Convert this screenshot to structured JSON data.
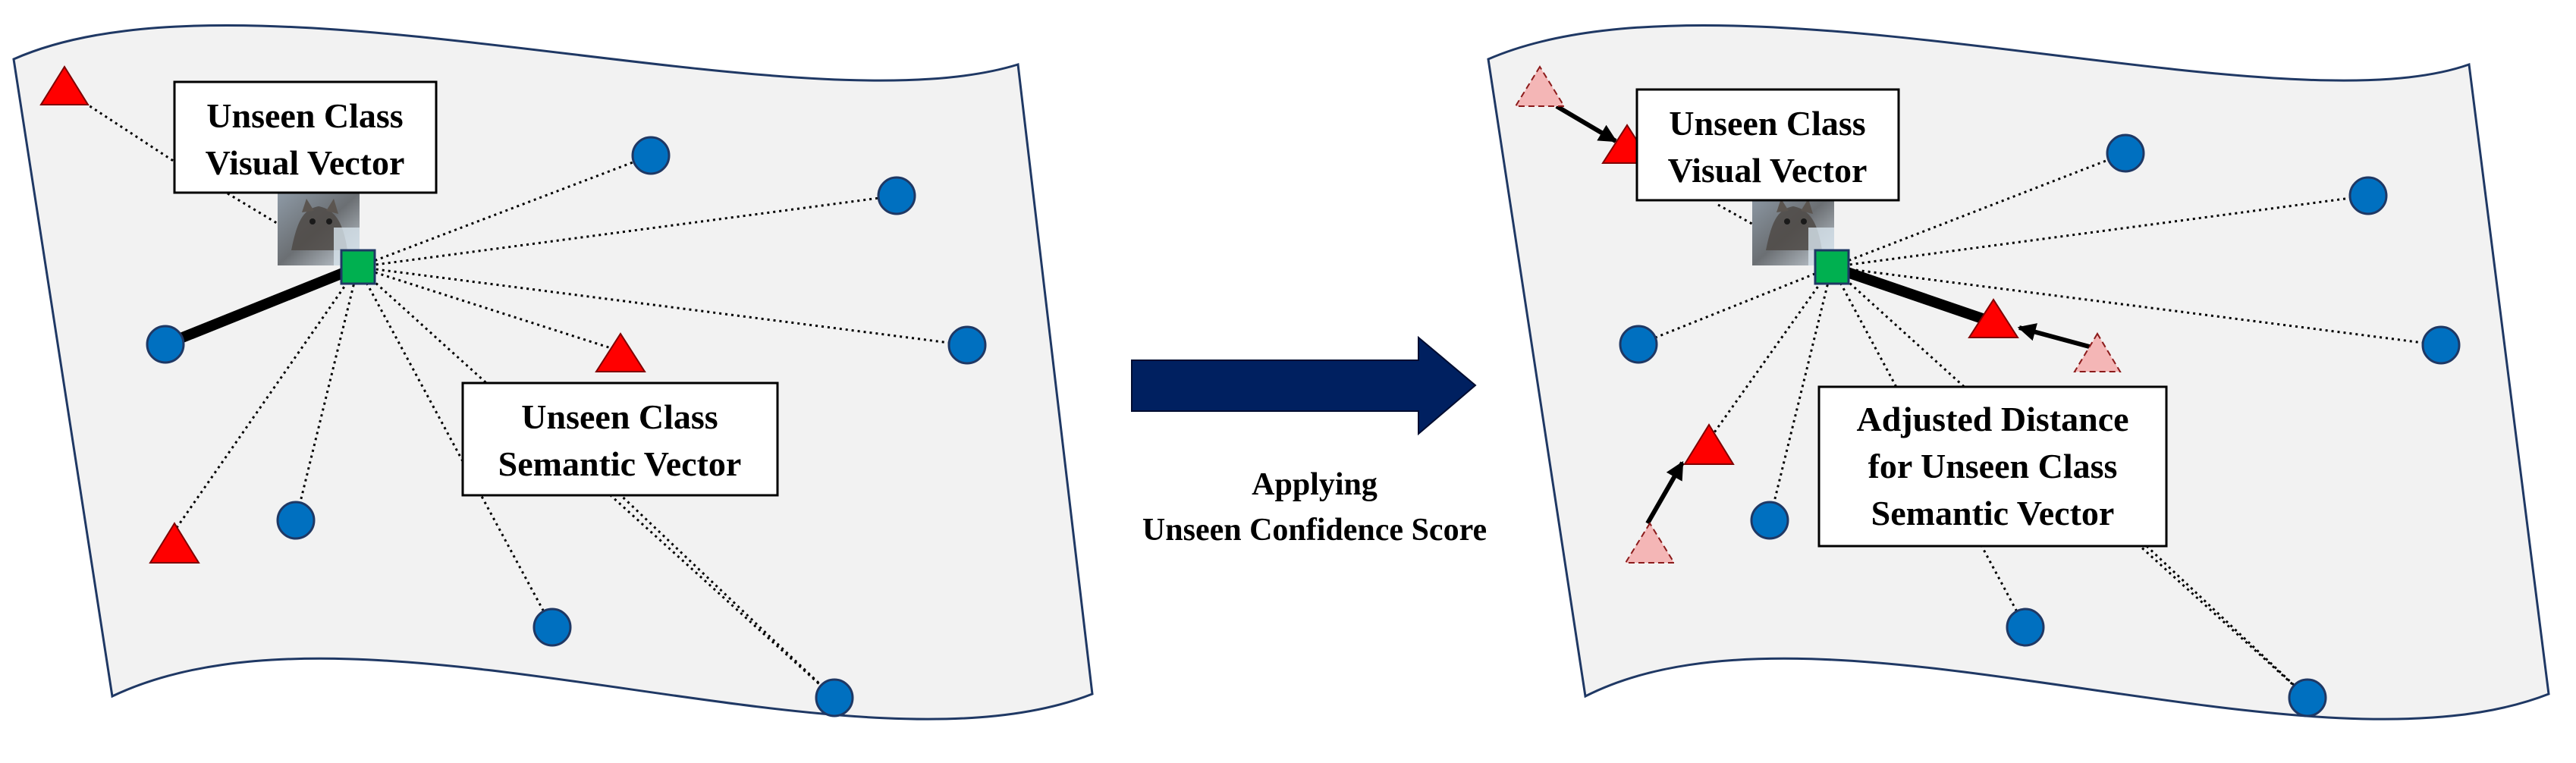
{
  "left_panel": {
    "visual_box": {
      "line1": "Unseen Class",
      "line2": "Visual Vector"
    },
    "semantic_box": {
      "line1": "Unseen Class",
      "line2": "Semantic Vector"
    }
  },
  "transition": {
    "caption_line1": "Applying",
    "caption_line2": "Unseen Confidence Score"
  },
  "right_panel": {
    "visual_box": {
      "line1": "Unseen Class",
      "line2": "Visual Vector"
    },
    "adjusted_box": {
      "line1": "Adjusted Distance",
      "line2": "for Unseen Class",
      "line3": "Semantic Vector"
    }
  },
  "colors": {
    "panel_fill": "#f2f2f2",
    "panel_stroke": "#1f3864",
    "seen_class_circle": "#0070c0",
    "unseen_class_triangle": "#ff0000",
    "original_triangle_faded": "#f4b6b6",
    "query_square": "#00b050",
    "arrow": "#002060"
  },
  "icons": {
    "seen_class": "blue-circle",
    "unseen_class": "red-triangle",
    "query": "green-square",
    "image": "cat-photo-thumbnail"
  }
}
